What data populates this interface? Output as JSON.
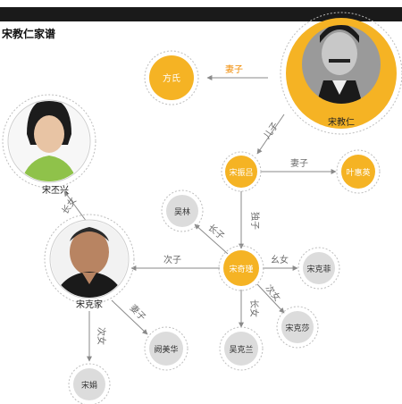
{
  "header": {
    "title": "宋教仁家谱"
  },
  "colors": {
    "yellow": "#f5b324",
    "grey_node": "#dcdcdc",
    "grey_ring": "#bdbdbd",
    "edge": "#8a8a8a",
    "relation_text": "#6b6b6b",
    "orange_text": "#f08a00"
  },
  "nodes": {
    "song_jiaoren": "宋教仁",
    "fang": "方氏",
    "song_zhenlu": "宋振吕",
    "ye_huiying": "叶惠英",
    "wu_lin": "吴林",
    "song_qihui": "宋奇瑾",
    "song_kefei": "宋克菲",
    "song_kesha": "宋克莎",
    "wu_kelan": "吴克兰",
    "song_kejia": "宋克家",
    "kan_meihua": "阙美华",
    "song_juan": "宋娟",
    "song_xian": "宋丕兴"
  },
  "relations": {
    "wife_fang": "妻子",
    "son_zhenlu": "儿子",
    "wife_ye": "妻子",
    "son_qihui": "独子",
    "eldest_son": "长子",
    "second_son": "次子",
    "youngest_daughter": "幺女",
    "second_daughter": "次女",
    "eldest_daughter_lan": "长女",
    "eldest_daughter_xian": "长女",
    "wife_kan": "妻子",
    "second_daughter_juan": "次女"
  }
}
